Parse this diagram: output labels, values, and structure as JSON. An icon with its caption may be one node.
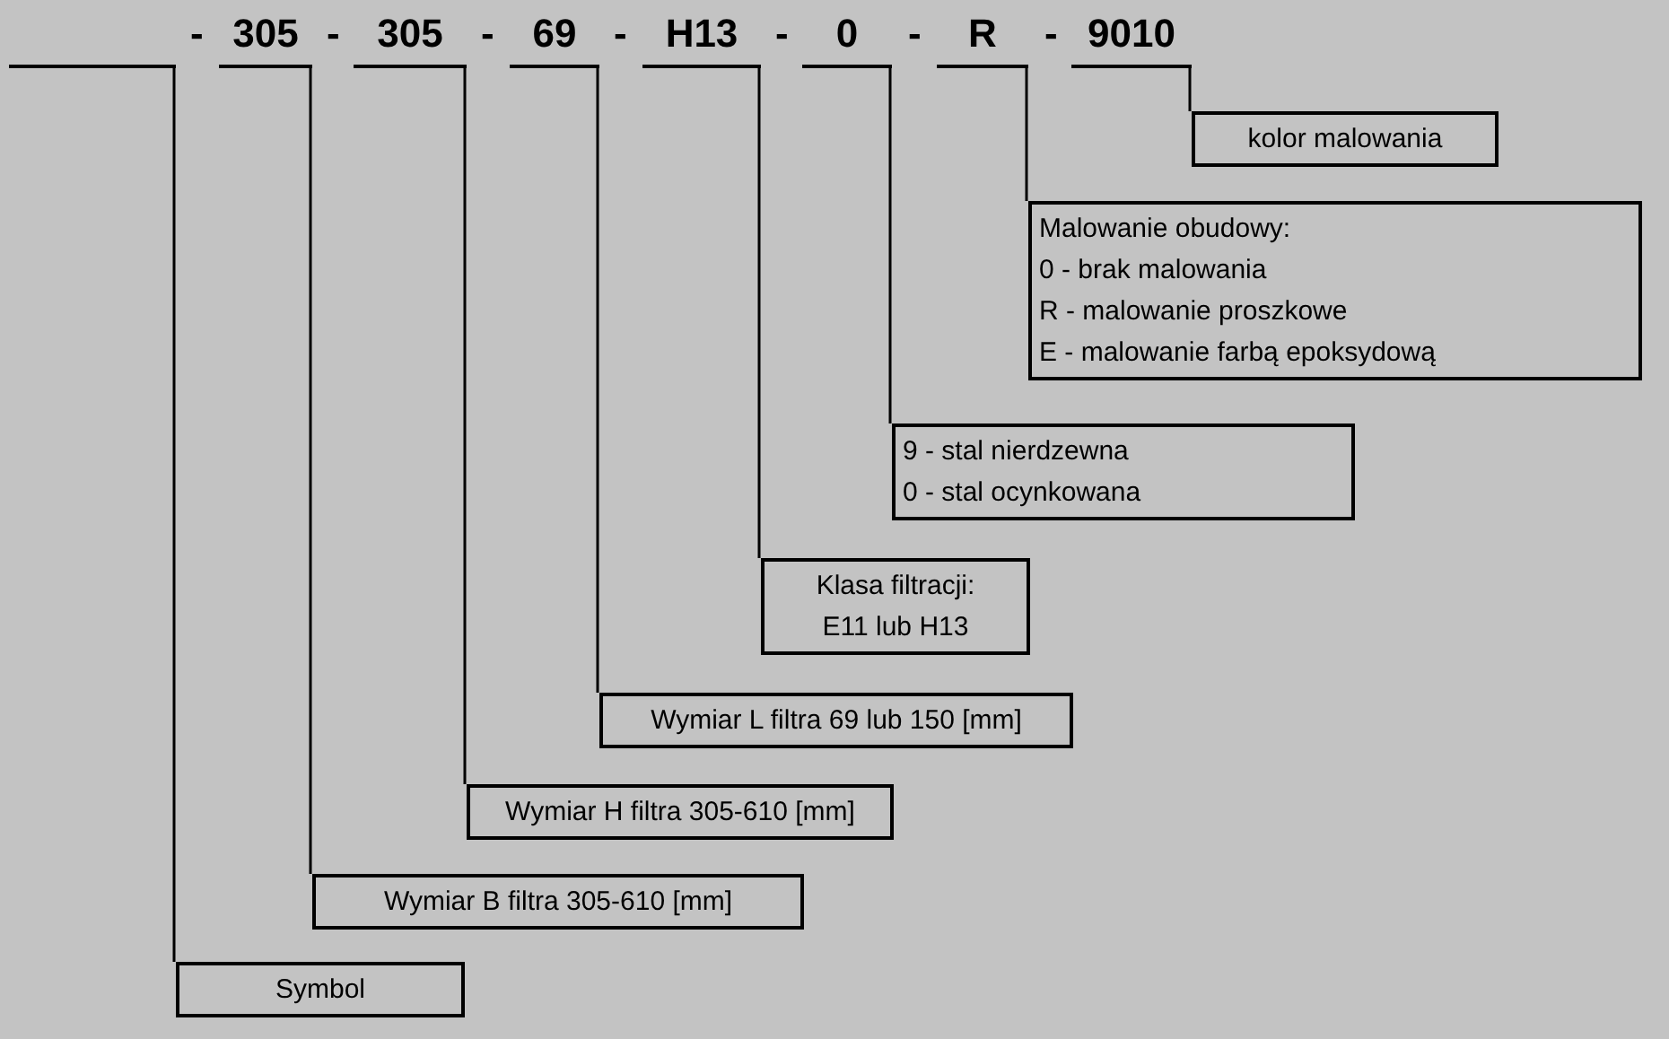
{
  "diagram": {
    "nodes": [
      {
        "text": [],
        "shape": "bar"
      },
      {
        "text": [
          "305"
        ]
      },
      {
        "text": [
          "305"
        ]
      },
      {
        "text": [
          "69"
        ]
      },
      {
        "text": [
          "H13"
        ]
      },
      {
        "text": [
          "0"
        ]
      },
      {
        "text": [
          "R"
        ]
      },
      {
        "text": [
          "9010"
        ]
      },
      {
        "text": [
          "kolor malowania"
        ]
      },
      {
        "text": [
          "Malowanie obudowy:",
          "0 - brak malowania",
          "R - malowanie proszkowe",
          "E - malowanie farbą epoksydową"
        ]
      },
      {
        "text": [
          "9 - stal nierdzewna",
          "0 - stal ocynkowana"
        ]
      },
      {
        "text": [
          "Klasa filtracji:",
          "E11 lub H13"
        ]
      },
      {
        "text": [
          "Wymiar L filtra 69 lub 150 [mm]"
        ]
      },
      {
        "text": [
          "Wymiar H filtra 305-610 [mm]"
        ]
      },
      {
        "text": [
          "Wymiar B filtra 305-610 [mm]"
        ]
      },
      {
        "text": [
          "Symbol"
        ]
      }
    ],
    "edges": [
      {
        "from": 0,
        "to": 15,
        "arrow": "none"
      },
      {
        "from": 1,
        "to": 14,
        "arrow": "none"
      },
      {
        "from": 2,
        "to": 13,
        "arrow": "none"
      },
      {
        "from": 3,
        "to": 12,
        "arrow": "none"
      },
      {
        "from": 4,
        "to": 11,
        "arrow": "none"
      },
      {
        "from": 5,
        "to": 10,
        "arrow": "none"
      },
      {
        "from": 6,
        "to": 9,
        "arrow": "none"
      },
      {
        "from": 7,
        "to": 8,
        "arrow": "none"
      }
    ],
    "labels": [
      "-",
      "-",
      "-",
      "-",
      "-",
      "-",
      "-"
    ]
  }
}
